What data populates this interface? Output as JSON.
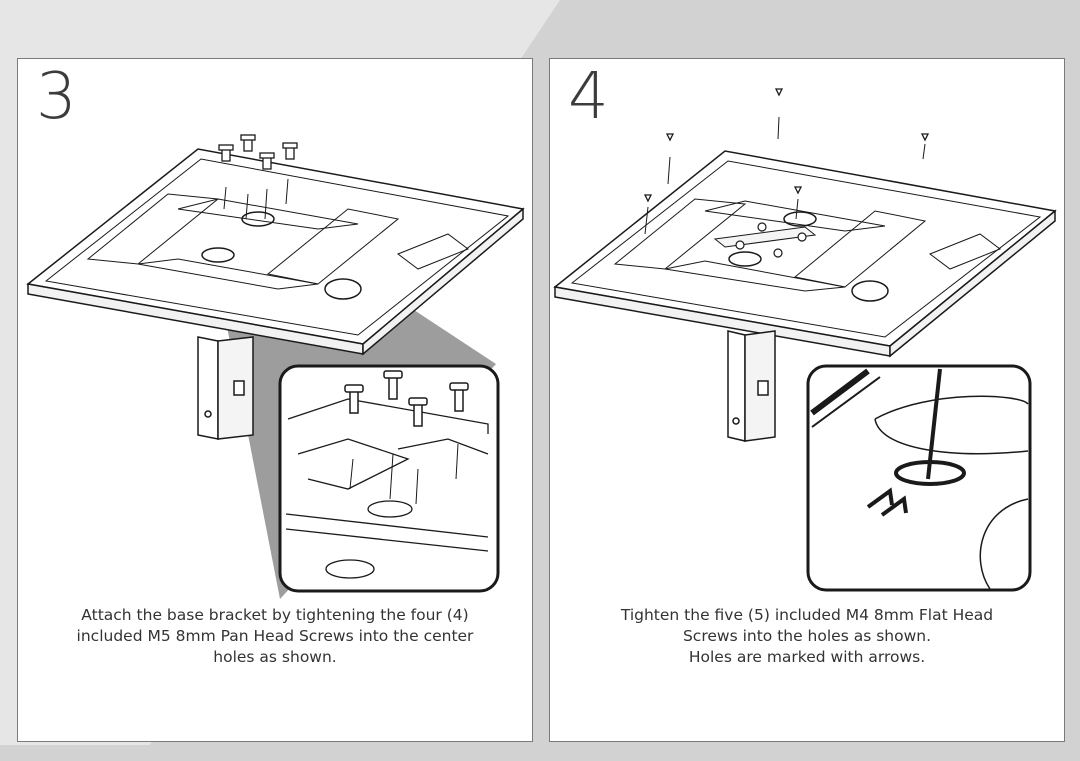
{
  "steps": [
    {
      "number": "3",
      "caption_lines": [
        "Attach the base bracket by tightening the four (4)",
        "included M5 8mm Pan Head Screws into the center",
        "holes as shown."
      ]
    },
    {
      "number": "4",
      "caption_lines": [
        "Tighten the five (5) included M4 8mm Flat Head",
        "Screws into the holes as shown.",
        "Holes are marked with arrows."
      ]
    }
  ],
  "colors": {
    "page_background": "#e6e6e6",
    "band": "#d2d2d2",
    "panel": "#ffffff",
    "line": "#1a1a1a",
    "callout_shade": "#8c8c8c"
  }
}
